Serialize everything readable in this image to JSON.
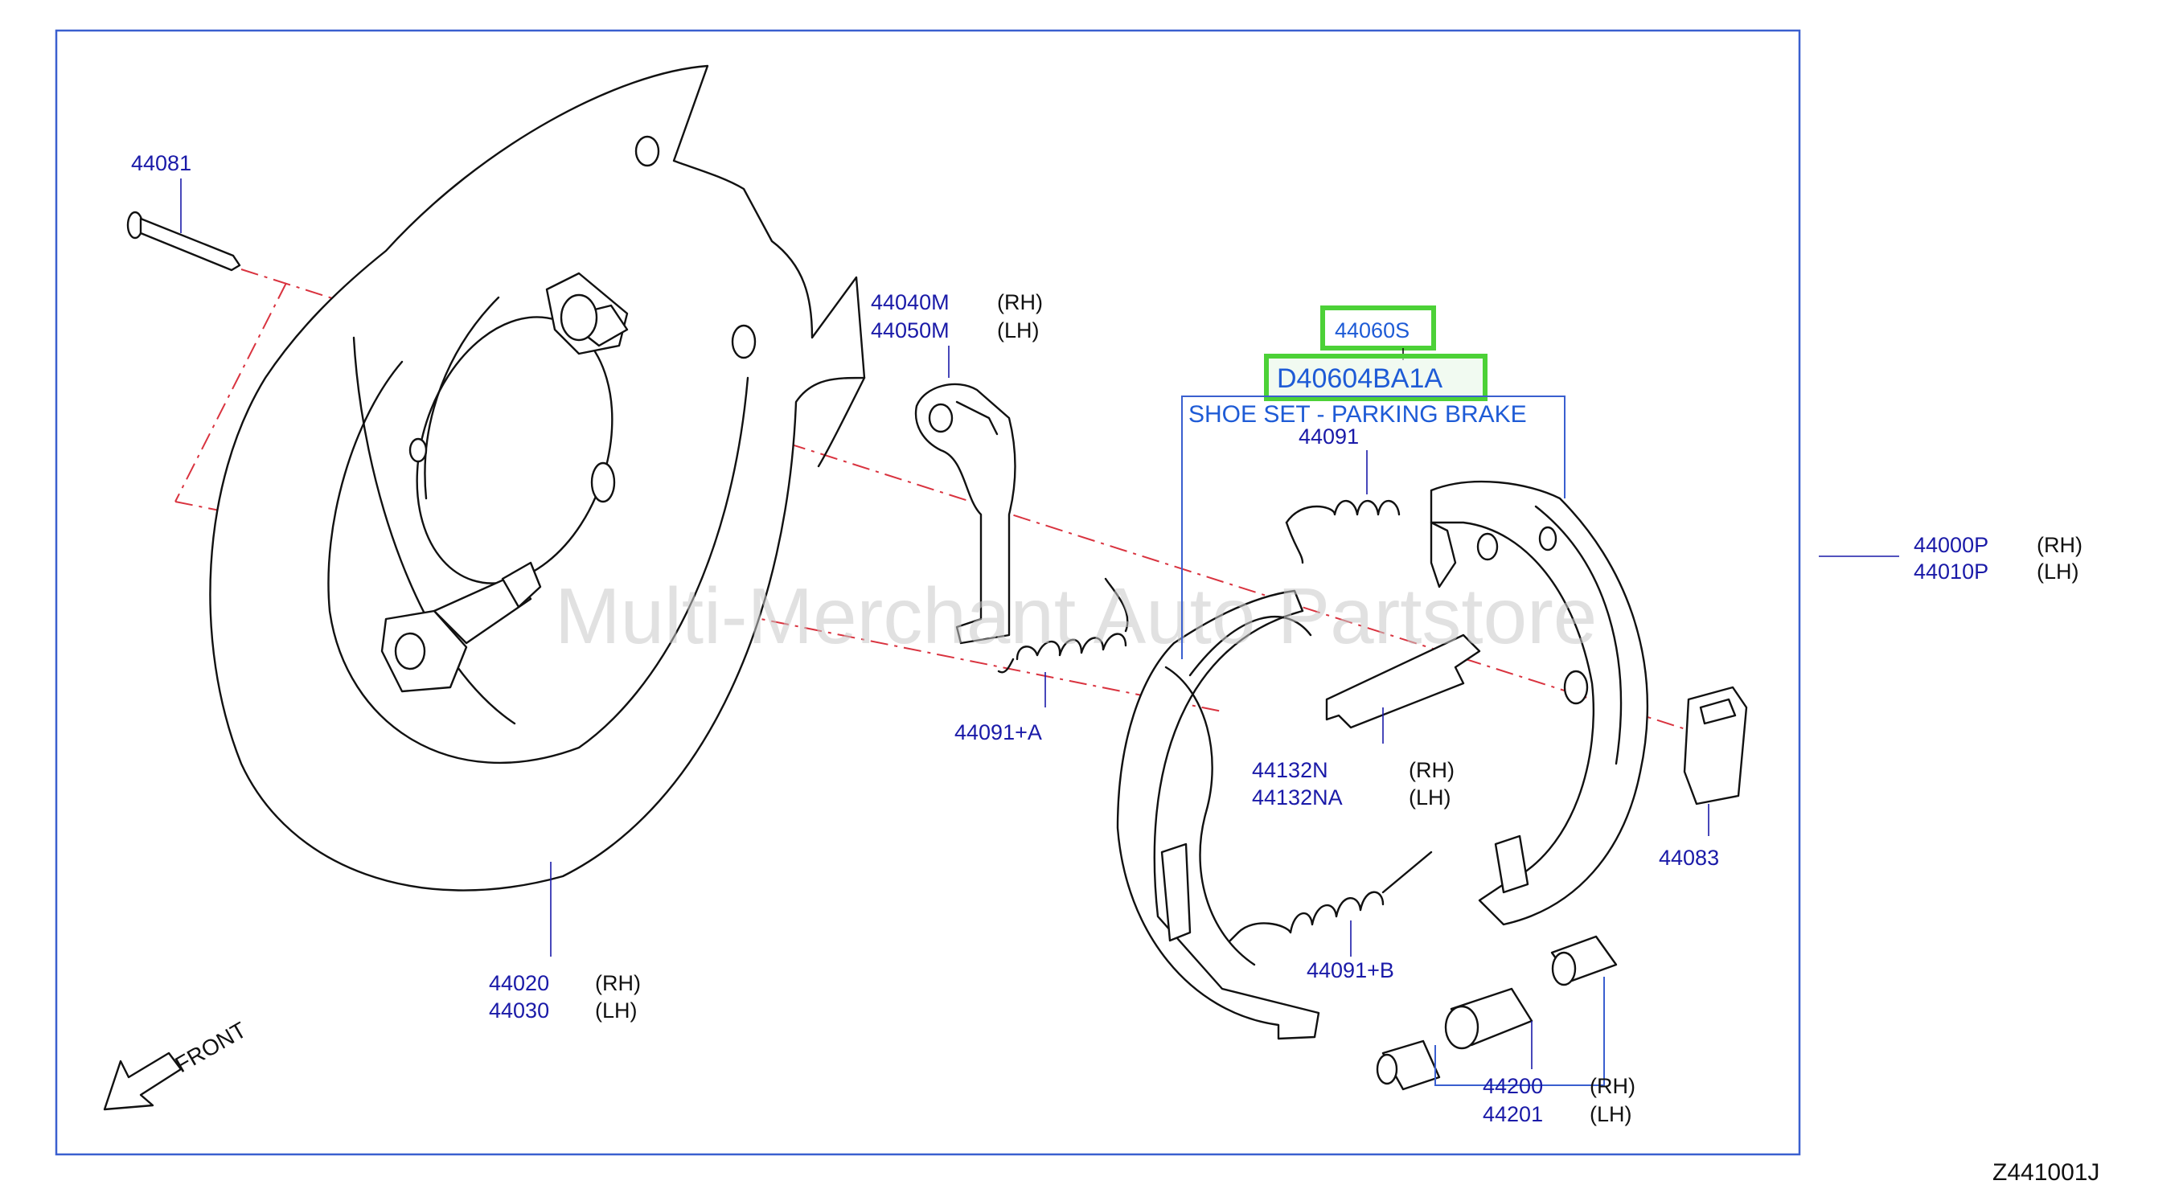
{
  "watermark": "Multi-Merchant Auto Partstore",
  "figure_code": "Z441001J",
  "front_label": "FRONT",
  "highlight": {
    "part_no": "44060S",
    "oem_no": "D40604BA1A",
    "description": "SHOE SET - PARKING BRAKE",
    "highlight_color": "#4cd137"
  },
  "callouts": {
    "c44081": {
      "part": "44081"
    },
    "c44040": {
      "part_rh": "44040M",
      "side_rh": "(RH)",
      "part_lh": "44050M",
      "side_lh": "(LH)"
    },
    "c44091": {
      "part": "44091"
    },
    "c44091a": {
      "part": "44091+A"
    },
    "c44132": {
      "part_rh": "44132N",
      "side_rh": "(RH)",
      "part_lh": "44132NA",
      "side_lh": "(LH)"
    },
    "c44083": {
      "part": "44083"
    },
    "c44000": {
      "part_rh": "44000P",
      "side_rh": "(RH)",
      "part_lh": "44010P",
      "side_lh": "(LH)"
    },
    "c44020": {
      "part_rh": "44020",
      "side_rh": "(RH)",
      "part_lh": "44030",
      "side_lh": "(LH)"
    },
    "c44091b": {
      "part": "44091+B"
    },
    "c44200": {
      "part_rh": "44200",
      "side_rh": "(RH)",
      "part_lh": "44201",
      "side_lh": "(LH)"
    }
  },
  "colors": {
    "callout_text": "#1a1aa8",
    "frame": "#3a5fcf",
    "center_line": "#d9333f"
  }
}
